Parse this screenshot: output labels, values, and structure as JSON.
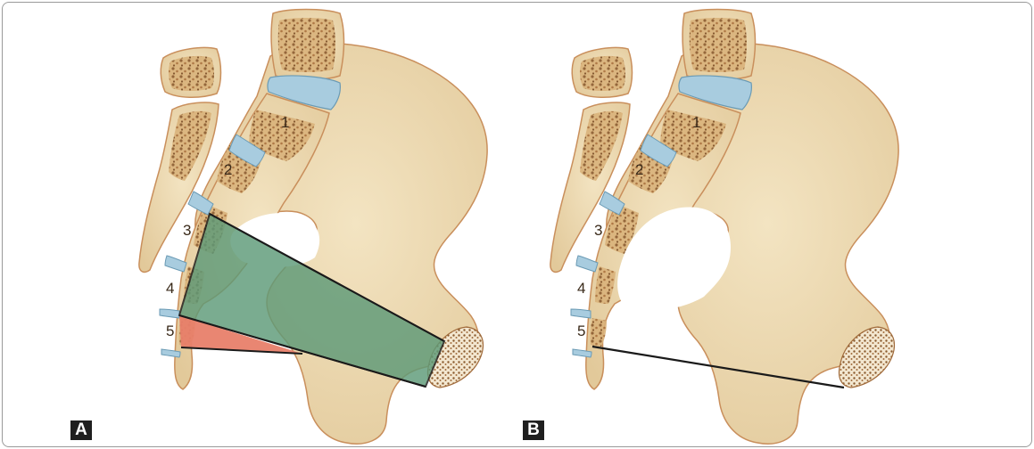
{
  "panels": [
    {
      "label": "A",
      "vertebra_labels": [
        "1",
        "2",
        "3",
        "4",
        "5"
      ]
    },
    {
      "label": "B",
      "vertebra_labels": [
        "1",
        "2",
        "3",
        "4",
        "5"
      ]
    }
  ],
  "colors": {
    "bone": "#ecd9b0",
    "bone_outline": "#c98f5c",
    "marrow": "#c9a06a",
    "disc": "#a8ccdf",
    "green_region": "#5e9a78",
    "red_region": "#e8806a",
    "line": "#1a1a1a"
  }
}
